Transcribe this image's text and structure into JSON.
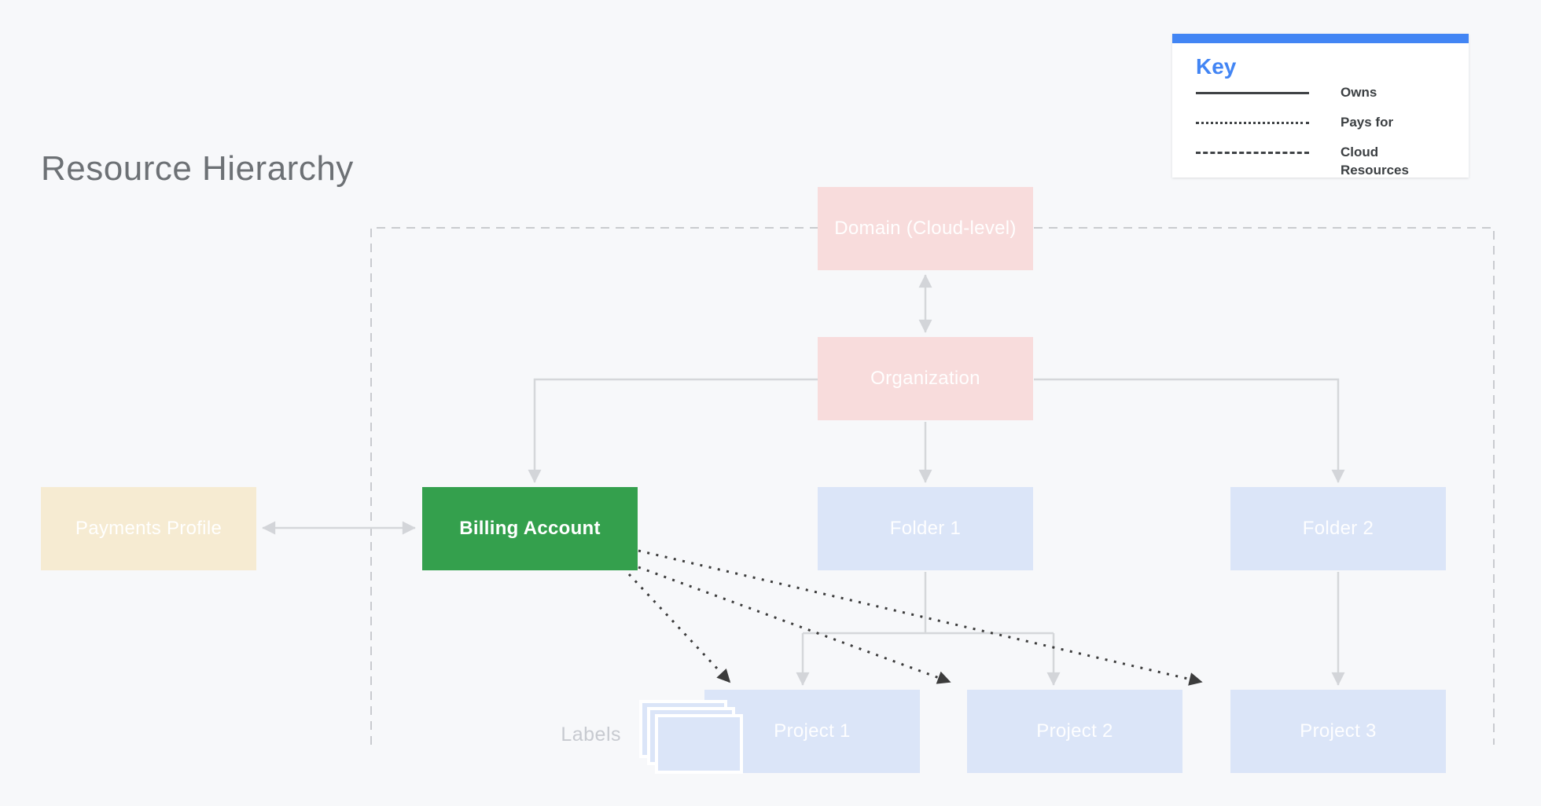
{
  "title": "Resource Hierarchy",
  "key": {
    "title": "Key",
    "items": [
      {
        "style": "solid",
        "label": "Owns"
      },
      {
        "style": "dotted",
        "label": "Pays for"
      },
      {
        "style": "dashed",
        "label": "Cloud Resources"
      }
    ]
  },
  "nodes": {
    "domain": {
      "label": "Domain (Cloud-level)",
      "color": "#f8dcdc"
    },
    "organization": {
      "label": "Organization",
      "color": "#f8dcdc"
    },
    "payments_profile": {
      "label": "Payments Profile",
      "color": "#f6ebd2"
    },
    "billing_account": {
      "label": "Billing Account",
      "color": "#34a04d"
    },
    "folder1": {
      "label": "Folder 1",
      "color": "#dbe5f8"
    },
    "folder2": {
      "label": "Folder 2",
      "color": "#dbe5f8"
    },
    "project1": {
      "label": "Project 1",
      "color": "#dbe5f8"
    },
    "project2": {
      "label": "Project 2",
      "color": "#dbe5f8"
    },
    "project3": {
      "label": "Project 3",
      "color": "#dbe5f8"
    }
  },
  "annotations": {
    "labels_caption": "Labels"
  },
  "colors": {
    "background": "#f7f8fa",
    "accent_blue": "#4285f4",
    "node_pink": "#f8dcdc",
    "node_blue": "#dbe5f8",
    "node_green": "#34a04d",
    "node_tan": "#f6ebd2",
    "connector_gray": "#d5d7da",
    "dashed_boundary_gray": "#c9cbcf",
    "dotted_dark": "#3c3c3c",
    "title_gray": "#6d7175"
  }
}
